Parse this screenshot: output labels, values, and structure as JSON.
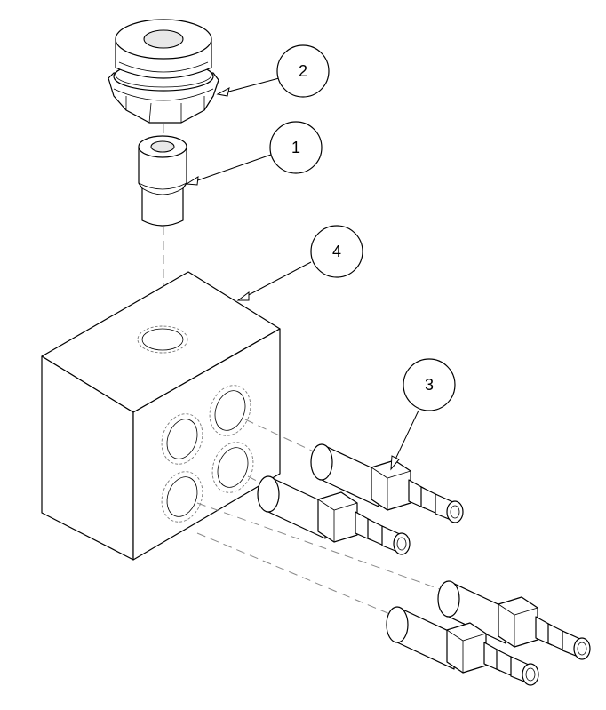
{
  "callouts": [
    {
      "id": "1",
      "label": "1",
      "part": "insert"
    },
    {
      "id": "2",
      "label": "2",
      "part": "nut"
    },
    {
      "id": "3",
      "label": "3",
      "part": "hose-barb-fitting"
    },
    {
      "id": "4",
      "label": "4",
      "part": "manifold-block"
    }
  ],
  "colors": {
    "line": "#000000",
    "background": "#ffffff",
    "centerline": "#888888"
  }
}
